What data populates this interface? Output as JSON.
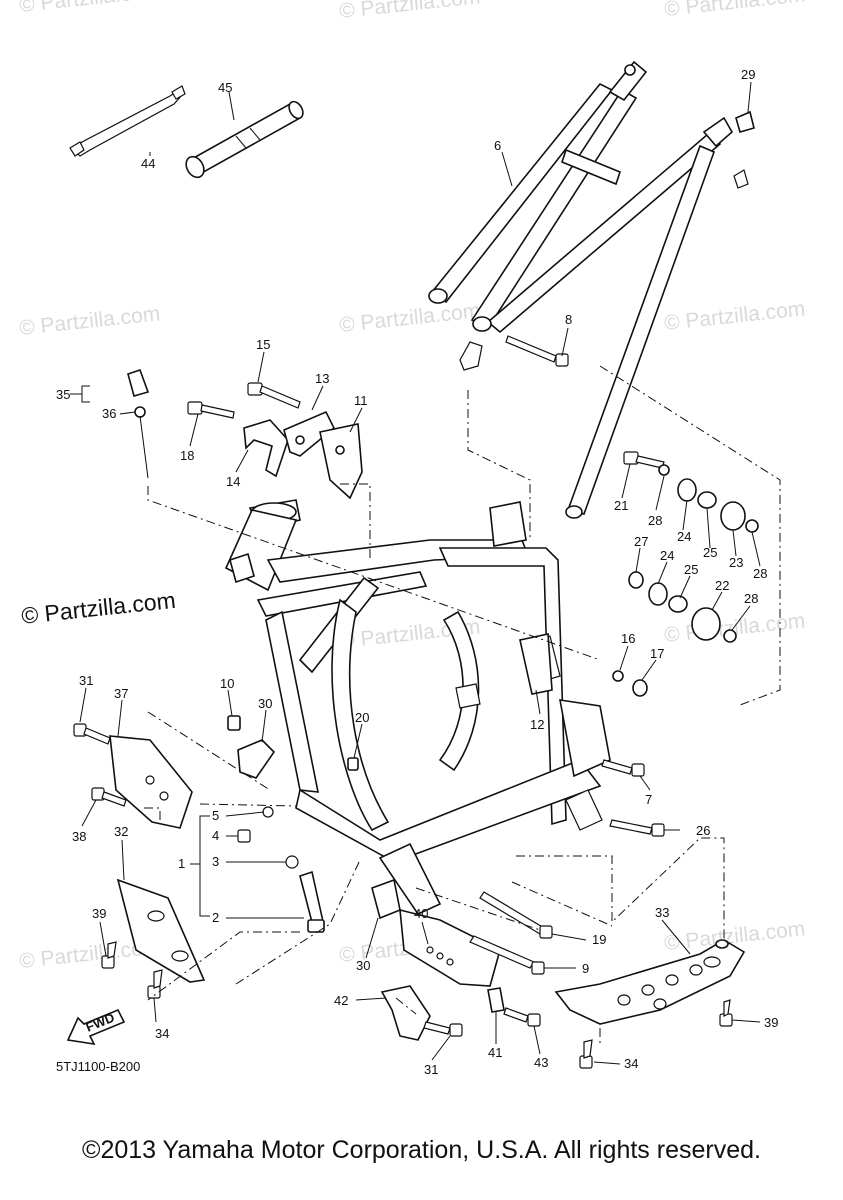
{
  "watermark": "© Partzilla.com",
  "partzilla_mark": "© Partzilla.com",
  "diagram_code": "5TJ1100-B200",
  "fwd_label": "FWD",
  "copyright": "©2013 Yamaha Motor Corporation, U.S.A. All rights reserved.",
  "callouts": {
    "c1": "1",
    "c2": "2",
    "c3": "3",
    "c4": "4",
    "c5": "5",
    "c6": "6",
    "c7": "7",
    "c8": "8",
    "c9": "9",
    "c10": "10",
    "c11": "11",
    "c12": "12",
    "c13": "13",
    "c14": "14",
    "c15": "15",
    "c16": "16",
    "c17": "17",
    "c18": "18",
    "c19": "19",
    "c20": "20",
    "c21": "21",
    "c22": "22",
    "c23": "23",
    "c24a": "24",
    "c24b": "24",
    "c25a": "25",
    "c25b": "25",
    "c26": "26",
    "c27": "27",
    "c28a": "28",
    "c28b": "28",
    "c28c": "28",
    "c29": "29",
    "c30a": "30",
    "c30b": "30",
    "c31a": "31",
    "c31b": "31",
    "c32": "32",
    "c33": "33",
    "c34a": "34",
    "c34b": "34",
    "c35": "35",
    "c36": "36",
    "c37": "37",
    "c38": "38",
    "c39a": "39",
    "c39b": "39",
    "c40": "40",
    "c41": "41",
    "c42": "42",
    "c43": "43",
    "c44": "44",
    "c45": "45"
  }
}
